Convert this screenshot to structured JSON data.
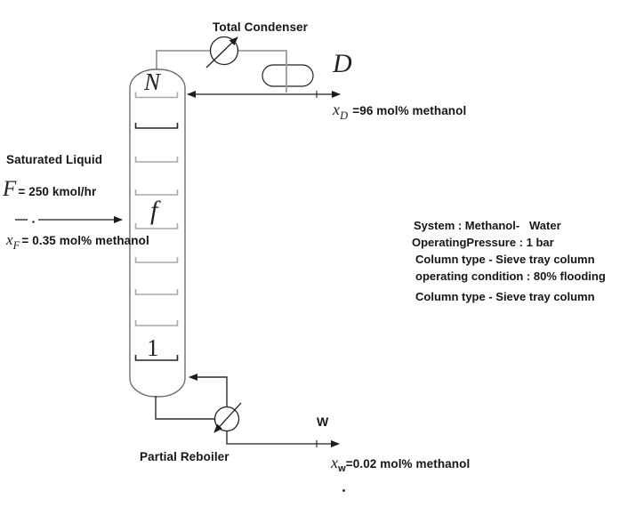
{
  "colors": {
    "pipe_gray": "#9b9b9b",
    "line_black": "#1c1c1c",
    "tray_gray": "#a8a8a8",
    "tray_dark": "#222222",
    "ink": "#161616",
    "math_ink": "#23232d",
    "background": "#ffffff"
  },
  "condenser": {
    "label": "Total Condenser"
  },
  "distillate": {
    "stream_symbol": "D",
    "x_symbol": "x",
    "x_subscript": "D",
    "composition": "=96 mol% methanol"
  },
  "feed": {
    "state_label": "Saturated Liquid",
    "flow_symbol": "F",
    "flow_value": "= 250 kmol/hr",
    "x_symbol": "x",
    "x_subscript": "F",
    "composition": "= 0.35 mol% methanol"
  },
  "column": {
    "top_tray_label": "N",
    "feed_tray_label": "f",
    "bottom_tray_label": "1"
  },
  "operating_notes": [
    "System : Methanol-   Water",
    "OperatingPressure : 1 bar",
    "Column type - Sieve tray column",
    "operating condition : 80% flooding",
    "Column type - Sieve tray column"
  ],
  "reboiler": {
    "label": "Partial Reboiler"
  },
  "bottoms": {
    "stream_symbol": "W",
    "x_symbol": "x",
    "x_subscript": "w",
    "composition": "=0.02 mol% methanol"
  }
}
